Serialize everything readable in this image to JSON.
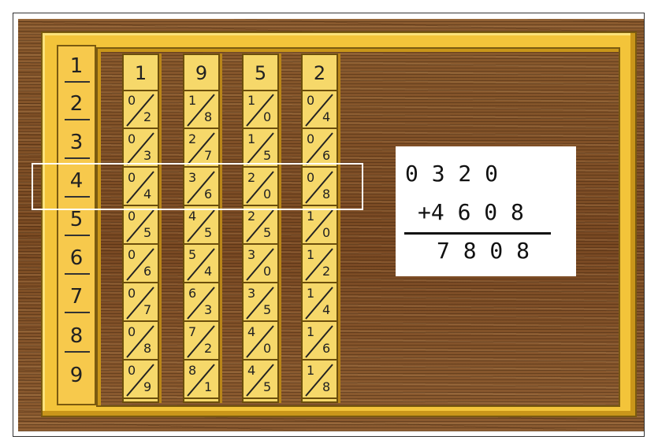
{
  "index_numbers": [
    "1",
    "2",
    "3",
    "4",
    "5",
    "6",
    "7",
    "8",
    "9"
  ],
  "rods": [
    {
      "head": "1",
      "cells": [
        [
          "0",
          "2"
        ],
        [
          "0",
          "3"
        ],
        [
          "0",
          "4"
        ],
        [
          "0",
          "5"
        ],
        [
          "0",
          "6"
        ],
        [
          "0",
          "7"
        ],
        [
          "0",
          "8"
        ],
        [
          "0",
          "9"
        ]
      ]
    },
    {
      "head": "9",
      "cells": [
        [
          "1",
          "8"
        ],
        [
          "2",
          "7"
        ],
        [
          "3",
          "6"
        ],
        [
          "4",
          "5"
        ],
        [
          "5",
          "4"
        ],
        [
          "6",
          "3"
        ],
        [
          "7",
          "2"
        ],
        [
          "8",
          "1"
        ]
      ]
    },
    {
      "head": "5",
      "cells": [
        [
          "1",
          "0"
        ],
        [
          "1",
          "5"
        ],
        [
          "2",
          "0"
        ],
        [
          "2",
          "5"
        ],
        [
          "3",
          "0"
        ],
        [
          "3",
          "5"
        ],
        [
          "4",
          "0"
        ],
        [
          "4",
          "5"
        ]
      ]
    },
    {
      "head": "2",
      "cells": [
        [
          "0",
          "4"
        ],
        [
          "0",
          "6"
        ],
        [
          "0",
          "8"
        ],
        [
          "1",
          "0"
        ],
        [
          "1",
          "2"
        ],
        [
          "1",
          "4"
        ],
        [
          "1",
          "6"
        ],
        [
          "1",
          "8"
        ]
      ]
    }
  ],
  "highlighted_row": "4",
  "sum": {
    "line1": "0 3 2 0",
    "line2": "+4 6 0 8",
    "line3": "7 8 0 8"
  }
}
